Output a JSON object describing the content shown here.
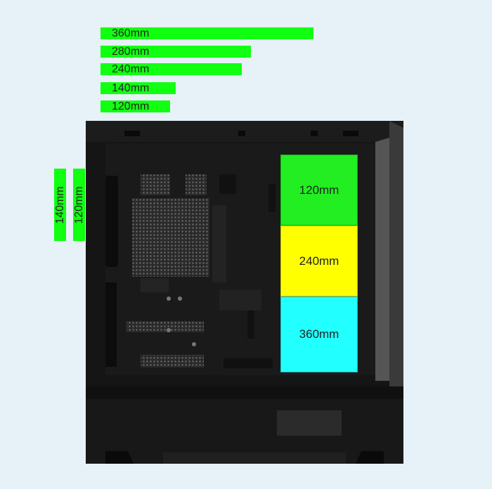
{
  "horizontal_bars": [
    {
      "label": "360mm",
      "width": 303
    },
    {
      "label": "280mm",
      "width": 214
    },
    {
      "label": "240mm",
      "width": 201
    },
    {
      "label": "140mm",
      "width": 107
    },
    {
      "label": "120mm",
      "width": 99
    }
  ],
  "vertical_bars": [
    {
      "label": "140mm"
    },
    {
      "label": "120mm"
    }
  ],
  "zones": [
    {
      "label": "120mm",
      "color": "#22ee22"
    },
    {
      "label": "240mm",
      "color": "#ffff00"
    },
    {
      "label": "360mm",
      "color": "#22ffff"
    }
  ],
  "colors": {
    "bar": "#11ff11",
    "case": "#141414",
    "background": "#e6f1f8"
  }
}
